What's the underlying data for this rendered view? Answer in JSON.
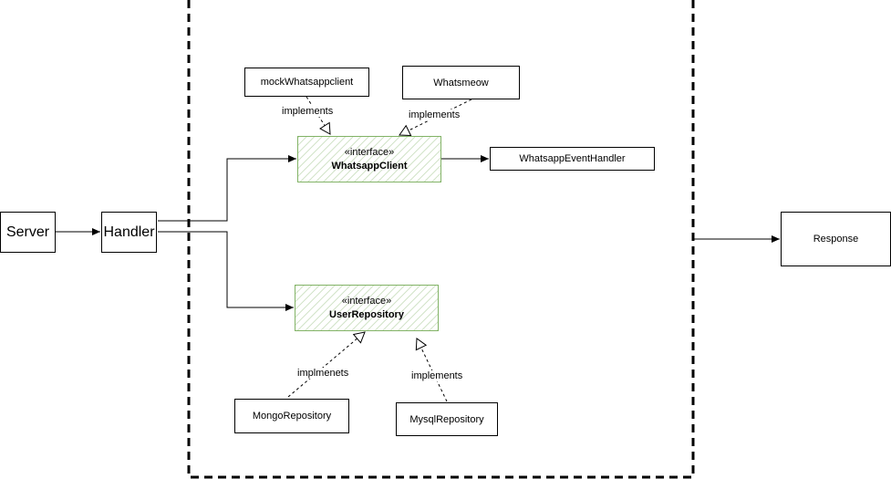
{
  "nodes": {
    "server": "Server",
    "handler": "Handler",
    "response": "Response",
    "mock_whatsapp_client": "mockWhatsappclient",
    "whatsmeow": "Whatsmeow",
    "whatsapp_event_handler": "WhatsappEventHandler",
    "mongo_repository": "MongoRepository",
    "mysql_repository": "MysqlRepository"
  },
  "interfaces": {
    "whatsapp_client": {
      "stereotype": "«interface»",
      "name": "WhatsappClient"
    },
    "user_repository": {
      "stereotype": "«interface»",
      "name": "UserRepository"
    }
  },
  "edge_labels": {
    "mock_implements": "implements",
    "whatsmeow_implements": "implements",
    "mongo_implements": "implmenets",
    "mysql_implements": "implements"
  },
  "colors": {
    "interface_border": "#82b366",
    "line": "#000000"
  }
}
